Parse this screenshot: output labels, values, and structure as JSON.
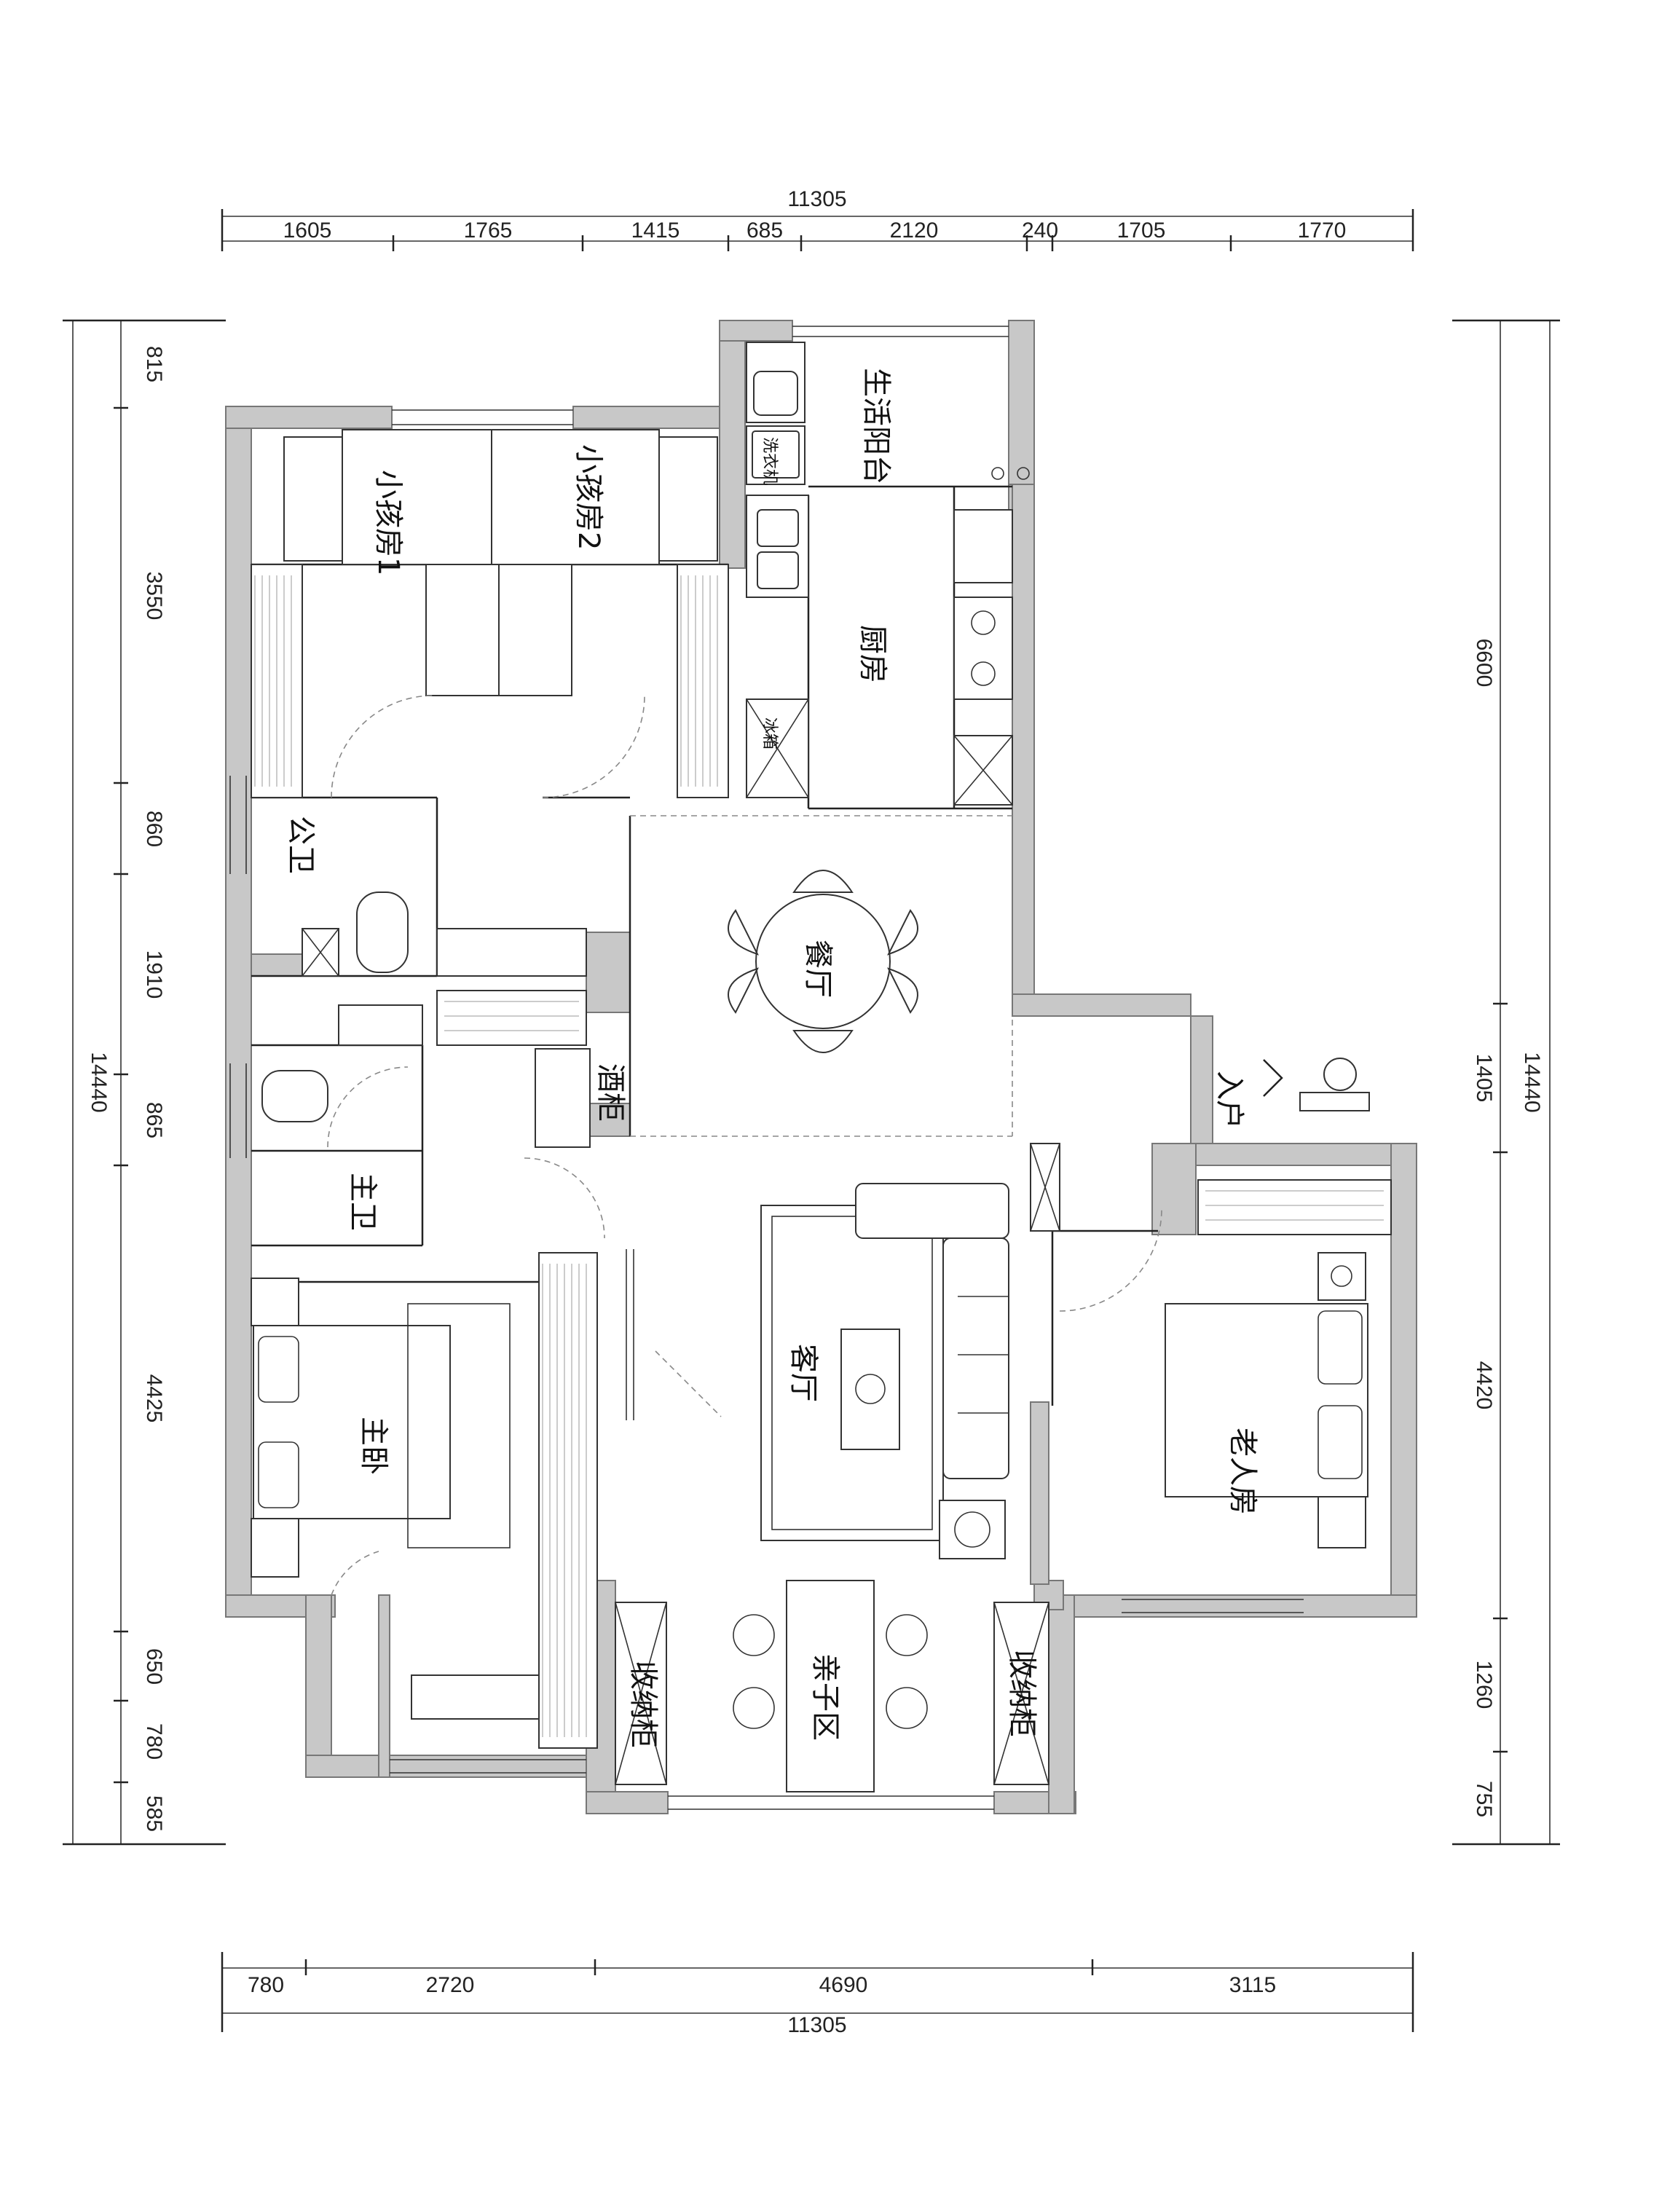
{
  "dimensions": {
    "top_total": "11305",
    "top": [
      "1605",
      "1765",
      "1415",
      "685",
      "2120",
      "240",
      "1705",
      "1770"
    ],
    "bottom": [
      "780",
      "2720",
      "4690",
      "3115"
    ],
    "bottom_total": "11305",
    "left_total": "14440",
    "left": [
      "815",
      "3550",
      "860",
      "1910",
      "865",
      "4425",
      "650",
      "780",
      "585"
    ],
    "right_total": "14440",
    "right": [
      "6600",
      "1405",
      "4420",
      "1260",
      "755"
    ]
  },
  "rooms": {
    "service_balcony": "生活阳台",
    "washer": "洗衣机",
    "kid_room_1": "小孩房1",
    "kid_room_2": "小孩房2",
    "kitchen": "厨房",
    "fridge": "冰箱",
    "public_bath": "公卫",
    "dining": "餐厅",
    "entry": "入户",
    "wine_cabinet": "酒柜",
    "master_bath": "主卫",
    "living": "客厅",
    "master_bedroom": "主卧",
    "elder_room": "老人房",
    "family_area": "亲子区",
    "storage_left": "收纳柜",
    "storage_right": "收纳柜"
  }
}
